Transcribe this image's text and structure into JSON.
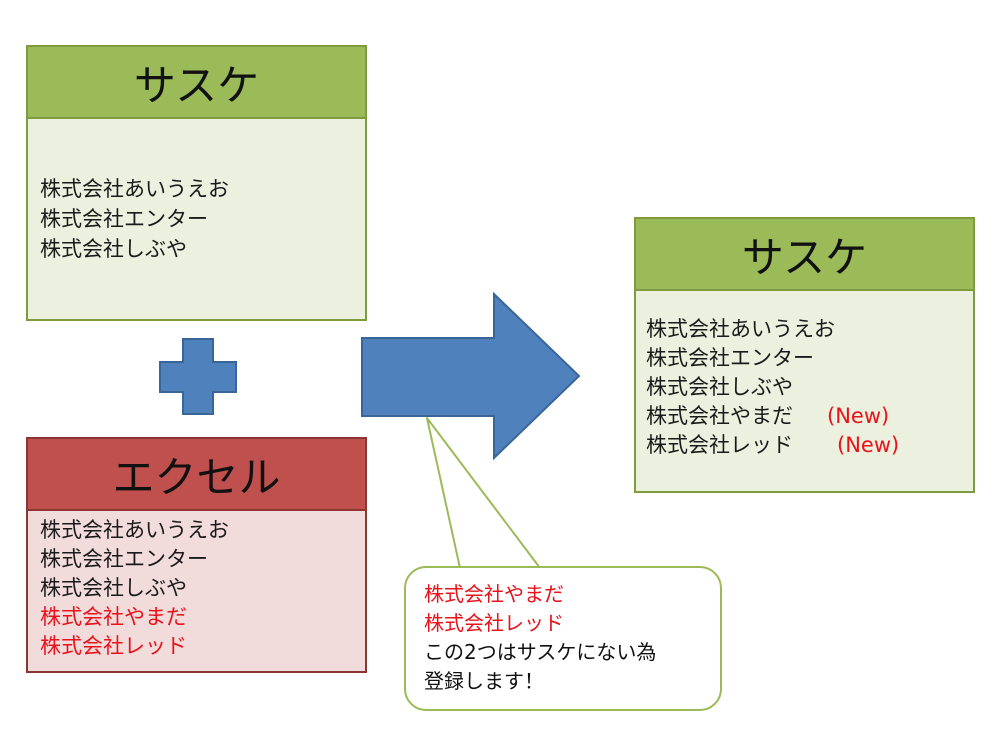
{
  "top_left_box": {
    "title": "サスケ",
    "companies": [
      "株式会社あいうえお",
      "株式会社エンター",
      "株式会社しぶや"
    ]
  },
  "bottom_left_box": {
    "title": "エクセル",
    "companies": [
      "株式会社あいうえお",
      "株式会社エンター",
      "株式会社しぶや"
    ],
    "new_companies": [
      "株式会社やまだ",
      "株式会社レッド"
    ]
  },
  "result_box": {
    "title": "サスケ",
    "companies": [
      "株式会社あいうえお",
      "株式会社エンター",
      "株式会社しぶや"
    ],
    "new_companies": [
      "株式会社やまだ",
      "株式会社レッド"
    ],
    "new_tag": "(New)"
  },
  "callout": {
    "highlight_lines": [
      "株式会社やまだ",
      "株式会社レッド"
    ],
    "note_lines": [
      "この2つはサスケにない為",
      "登録します！"
    ]
  },
  "colors": {
    "green_header": "#9bbb59",
    "green_body": "#ebf1de",
    "red_header": "#c0504d",
    "red_body": "#f2dcdb",
    "arrow_blue": "#4f81bd",
    "highlight_red": "#e8121b"
  }
}
